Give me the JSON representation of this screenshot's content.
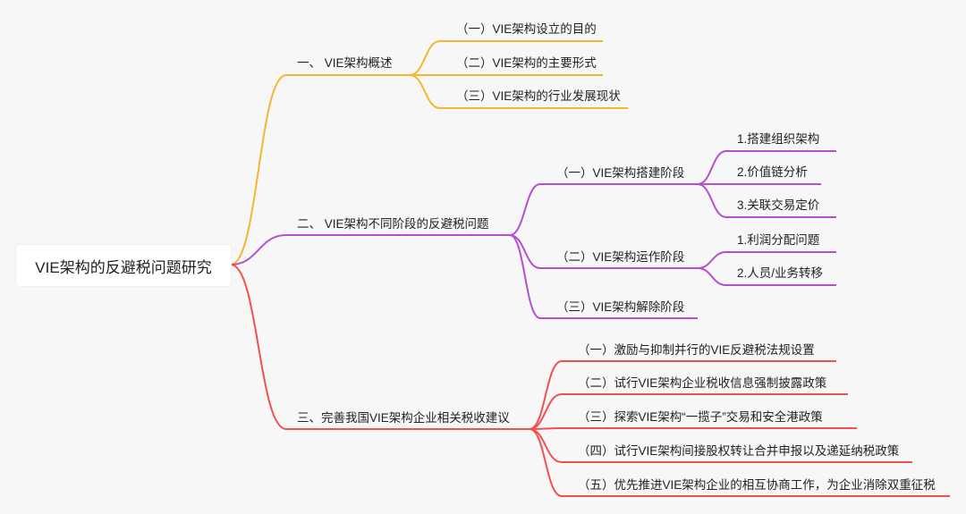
{
  "root": {
    "label": "VIE架构的反避税问题研究"
  },
  "colors": {
    "branch1": "#f5b52f",
    "branch2": "#b44fd0",
    "branch3": "#f0514f"
  },
  "branches": [
    {
      "label": "一、 VIE架构概述",
      "children": [
        {
          "label": "（一）VIE架构设立的目的"
        },
        {
          "label": "（二）VIE架构的主要形式"
        },
        {
          "label": "（三）VIE架构的行业发展现状"
        }
      ]
    },
    {
      "label": "二、 VIE架构不同阶段的反避税问题",
      "children": [
        {
          "label": "（一）VIE架构搭建阶段",
          "children": [
            {
              "label": "1.搭建组织架构"
            },
            {
              "label": "2.价值链分析"
            },
            {
              "label": "3.关联交易定价"
            }
          ]
        },
        {
          "label": "（二）VIE架构运作阶段",
          "children": [
            {
              "label": "1.利润分配问题"
            },
            {
              "label": "2.人员/业务转移"
            }
          ]
        },
        {
          "label": "（三）VIE架构解除阶段"
        }
      ]
    },
    {
      "label": "三、完善我国VIE架构企业相关税收建议",
      "children": [
        {
          "label": "（一）激励与抑制并行的VIE反避税法规设置"
        },
        {
          "label": "（二）试行VIE架构企业税收信息强制披露政策"
        },
        {
          "label": "（三）探索VIE架构“一揽子”交易和安全港政策"
        },
        {
          "label": "（四）试行VIE架构间接股权转让合并申报以及递延纳税政策"
        },
        {
          "label": "（五）优先推进VIE架构企业的相互协商工作，为企业消除双重征税"
        }
      ]
    }
  ]
}
